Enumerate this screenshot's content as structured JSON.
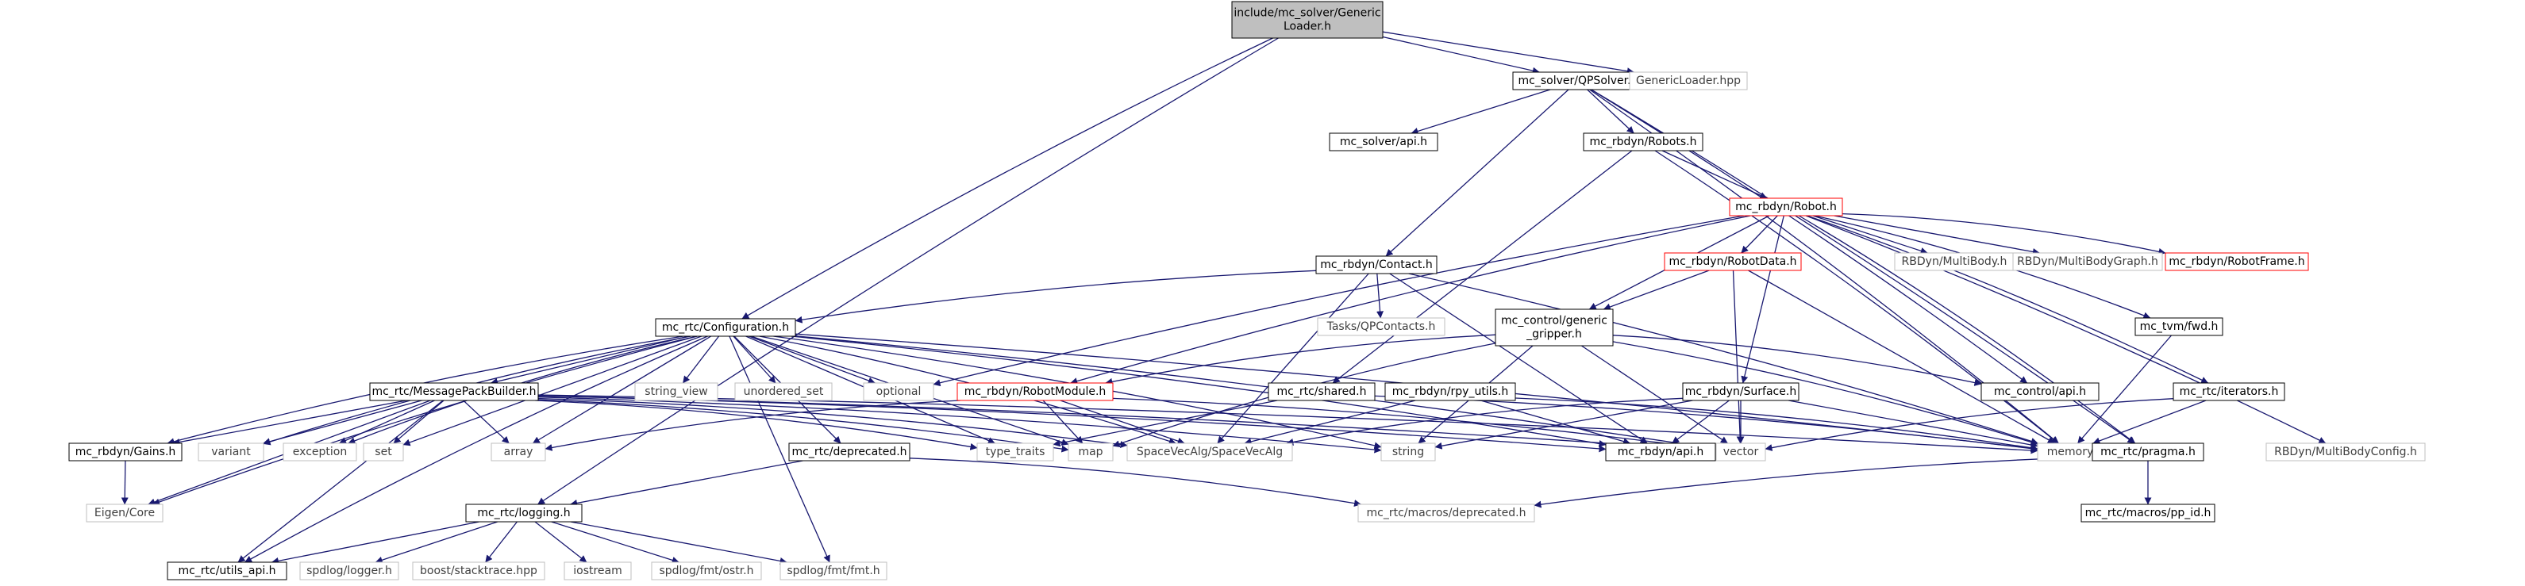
{
  "colors": {
    "edge": "#191970",
    "node_border_normal": "#000000",
    "node_border_external": "#bfbfbf",
    "node_border_truncated": "#ff0000",
    "node_fill_root": "#bfbfbf",
    "node_fill_normal": "#ffffff",
    "text_normal": "#000000",
    "text_external": "#404040"
  },
  "nodes": [
    {
      "id": "root",
      "lines": [
        "include/mc_solver/Generic",
        "Loader.h"
      ],
      "kind": "root"
    },
    {
      "id": "qpsolver",
      "lines": [
        "mc_solver/QPSolver.h"
      ],
      "kind": "normal"
    },
    {
      "id": "genericloaderhpp",
      "lines": [
        "GenericLoader.hpp"
      ],
      "kind": "external"
    },
    {
      "id": "solverapi",
      "lines": [
        "mc_solver/api.h"
      ],
      "kind": "normal"
    },
    {
      "id": "robots",
      "lines": [
        "mc_rbdyn/Robots.h"
      ],
      "kind": "normal"
    },
    {
      "id": "robot",
      "lines": [
        "mc_rbdyn/Robot.h"
      ],
      "kind": "truncated"
    },
    {
      "id": "contact",
      "lines": [
        "mc_rbdyn/Contact.h"
      ],
      "kind": "normal"
    },
    {
      "id": "robotdata",
      "lines": [
        "mc_rbdyn/RobotData.h"
      ],
      "kind": "truncated"
    },
    {
      "id": "multibody",
      "lines": [
        "RBDyn/MultiBody.h"
      ],
      "kind": "external"
    },
    {
      "id": "multibodygraph",
      "lines": [
        "RBDyn/MultiBodyGraph.h"
      ],
      "kind": "external"
    },
    {
      "id": "robotframe",
      "lines": [
        "mc_rbdyn/RobotFrame.h"
      ],
      "kind": "truncated"
    },
    {
      "id": "configuration",
      "lines": [
        "mc_rtc/Configuration.h"
      ],
      "kind": "normal"
    },
    {
      "id": "tasksqpcontacts",
      "lines": [
        "Tasks/QPContacts.h"
      ],
      "kind": "external"
    },
    {
      "id": "gripper",
      "lines": [
        "mc_control/generic",
        "_gripper.h"
      ],
      "kind": "normal"
    },
    {
      "id": "tvmfwd",
      "lines": [
        "mc_tvm/fwd.h"
      ],
      "kind": "normal"
    },
    {
      "id": "stringview",
      "lines": [
        "string_view"
      ],
      "kind": "external"
    },
    {
      "id": "unorderedset",
      "lines": [
        "unordered_set"
      ],
      "kind": "external"
    },
    {
      "id": "optional",
      "lines": [
        "optional"
      ],
      "kind": "external"
    },
    {
      "id": "robotmodule",
      "lines": [
        "mc_rbdyn/RobotModule.h"
      ],
      "kind": "truncated"
    },
    {
      "id": "rtcshared",
      "lines": [
        "mc_rtc/shared.h"
      ],
      "kind": "normal"
    },
    {
      "id": "rpyutils",
      "lines": [
        "mc_rbdyn/rpy_utils.h"
      ],
      "kind": "normal"
    },
    {
      "id": "surface",
      "lines": [
        "mc_rbdyn/Surface.h"
      ],
      "kind": "normal"
    },
    {
      "id": "controlapi",
      "lines": [
        "mc_control/api.h"
      ],
      "kind": "normal"
    },
    {
      "id": "iterators",
      "lines": [
        "mc_rtc/iterators.h"
      ],
      "kind": "normal"
    },
    {
      "id": "messagepack",
      "lines": [
        "mc_rtc/MessagePackBuilder.h"
      ],
      "kind": "normal"
    },
    {
      "id": "gains",
      "lines": [
        "mc_rbdyn/Gains.h"
      ],
      "kind": "normal"
    },
    {
      "id": "variant",
      "lines": [
        "variant"
      ],
      "kind": "external"
    },
    {
      "id": "exception",
      "lines": [
        "exception"
      ],
      "kind": "external"
    },
    {
      "id": "set",
      "lines": [
        "set"
      ],
      "kind": "external"
    },
    {
      "id": "array",
      "lines": [
        "array"
      ],
      "kind": "external"
    },
    {
      "id": "typetraits",
      "lines": [
        "type_traits"
      ],
      "kind": "external"
    },
    {
      "id": "deprecated",
      "lines": [
        "mc_rtc/deprecated.h"
      ],
      "kind": "normal"
    },
    {
      "id": "map",
      "lines": [
        "map"
      ],
      "kind": "external"
    },
    {
      "id": "spacevecalg",
      "lines": [
        "SpaceVecAlg/SpaceVecAlg"
      ],
      "kind": "external"
    },
    {
      "id": "string",
      "lines": [
        "string"
      ],
      "kind": "external"
    },
    {
      "id": "rbdynapi",
      "lines": [
        "mc_rbdyn/api.h"
      ],
      "kind": "normal"
    },
    {
      "id": "vector",
      "lines": [
        "vector"
      ],
      "kind": "external"
    },
    {
      "id": "memory",
      "lines": [
        "memory"
      ],
      "kind": "external"
    },
    {
      "id": "pragma",
      "lines": [
        "mc_rtc/pragma.h"
      ],
      "kind": "normal"
    },
    {
      "id": "multibodyconfig",
      "lines": [
        "RBDyn/MultiBodyConfig.h"
      ],
      "kind": "external"
    },
    {
      "id": "eigencore",
      "lines": [
        "Eigen/Core"
      ],
      "kind": "external"
    },
    {
      "id": "logging",
      "lines": [
        "mc_rtc/logging.h"
      ],
      "kind": "normal"
    },
    {
      "id": "macrosdeprecated",
      "lines": [
        "mc_rtc/macros/deprecated.h"
      ],
      "kind": "external"
    },
    {
      "id": "ppid",
      "lines": [
        "mc_rtc/macros/pp_id.h"
      ],
      "kind": "normal"
    },
    {
      "id": "utilsapi",
      "lines": [
        "mc_rtc/utils_api.h"
      ],
      "kind": "normal"
    },
    {
      "id": "spdloglogger",
      "lines": [
        "spdlog/logger.h"
      ],
      "kind": "external"
    },
    {
      "id": "stacktrace",
      "lines": [
        "boost/stacktrace.hpp"
      ],
      "kind": "external"
    },
    {
      "id": "iostream",
      "lines": [
        "iostream"
      ],
      "kind": "external"
    },
    {
      "id": "fmtostr",
      "lines": [
        "spdlog/fmt/ostr.h"
      ],
      "kind": "external"
    },
    {
      "id": "fmtfmt",
      "lines": [
        "spdlog/fmt/fmt.h"
      ],
      "kind": "external"
    }
  ],
  "edges": [
    [
      "root",
      "qpsolver"
    ],
    [
      "root",
      "genericloaderhpp"
    ],
    [
      "root",
      "configuration"
    ],
    [
      "root",
      "logging"
    ],
    [
      "qpsolver",
      "solverapi"
    ],
    [
      "qpsolver",
      "robots"
    ],
    [
      "qpsolver",
      "contact"
    ],
    [
      "qpsolver",
      "controlapi"
    ],
    [
      "qpsolver",
      "memory"
    ],
    [
      "qpsolver",
      "pragma"
    ],
    [
      "robots",
      "robot"
    ],
    [
      "robots",
      "rtcshared"
    ],
    [
      "robots",
      "memory"
    ],
    [
      "robot",
      "robotdata"
    ],
    [
      "robot",
      "multibody"
    ],
    [
      "robot",
      "multibodygraph"
    ],
    [
      "robot",
      "robotframe"
    ],
    [
      "robot",
      "gripper"
    ],
    [
      "robot",
      "tvmfwd"
    ],
    [
      "robot",
      "robotmodule"
    ],
    [
      "robot",
      "surface"
    ],
    [
      "robot",
      "iterators"
    ],
    [
      "robot",
      "optional"
    ],
    [
      "robot",
      "multibodyconfig"
    ],
    [
      "robot",
      "pragma"
    ],
    [
      "contact",
      "configuration"
    ],
    [
      "contact",
      "tasksqpcontacts"
    ],
    [
      "contact",
      "rbdynapi"
    ],
    [
      "contact",
      "spacevecalg"
    ],
    [
      "contact",
      "memory"
    ],
    [
      "robotdata",
      "gripper"
    ],
    [
      "robotdata",
      "vector"
    ],
    [
      "robotdata",
      "memory"
    ],
    [
      "gripper",
      "controlapi"
    ],
    [
      "gripper",
      "robotmodule"
    ],
    [
      "gripper",
      "string"
    ],
    [
      "gripper",
      "vector"
    ],
    [
      "gripper",
      "map"
    ],
    [
      "gripper",
      "memory"
    ],
    [
      "tvmfwd",
      "memory"
    ],
    [
      "configuration",
      "messagepack"
    ],
    [
      "configuration",
      "gains"
    ],
    [
      "configuration",
      "stringview"
    ],
    [
      "configuration",
      "unorderedset"
    ],
    [
      "configuration",
      "optional"
    ],
    [
      "configuration",
      "deprecated"
    ],
    [
      "configuration",
      "variant"
    ],
    [
      "configuration",
      "exception"
    ],
    [
      "configuration",
      "set"
    ],
    [
      "configuration",
      "array"
    ],
    [
      "configuration",
      "map"
    ],
    [
      "configuration",
      "string"
    ],
    [
      "configuration",
      "vector"
    ],
    [
      "configuration",
      "memory"
    ],
    [
      "configuration",
      "eigencore"
    ],
    [
      "configuration",
      "typetraits"
    ],
    [
      "configuration",
      "spacevecalg"
    ],
    [
      "configuration",
      "fmtfmt"
    ],
    [
      "configuration",
      "utilsapi"
    ],
    [
      "configuration",
      "rbdynapi"
    ],
    [
      "robotmodule",
      "array"
    ],
    [
      "robotmodule",
      "map"
    ],
    [
      "robotmodule",
      "vector"
    ],
    [
      "robotmodule",
      "spacevecalg"
    ],
    [
      "rtcshared",
      "memory"
    ],
    [
      "rtcshared",
      "typetraits"
    ],
    [
      "rpyutils",
      "spacevecalg"
    ],
    [
      "rpyutils",
      "rbdynapi"
    ],
    [
      "rpyutils",
      "memory"
    ],
    [
      "surface",
      "spacevecalg"
    ],
    [
      "surface",
      "rbdynapi"
    ],
    [
      "surface",
      "string"
    ],
    [
      "surface",
      "vector"
    ],
    [
      "surface",
      "memory"
    ],
    [
      "iterators",
      "vector"
    ],
    [
      "iterators",
      "memory"
    ],
    [
      "messagepack",
      "gains"
    ],
    [
      "messagepack",
      "variant"
    ],
    [
      "messagepack",
      "exception"
    ],
    [
      "messagepack",
      "set"
    ],
    [
      "messagepack",
      "array"
    ],
    [
      "messagepack",
      "typetraits"
    ],
    [
      "messagepack",
      "map"
    ],
    [
      "messagepack",
      "spacevecalg"
    ],
    [
      "messagepack",
      "string"
    ],
    [
      "messagepack",
      "vector"
    ],
    [
      "messagepack",
      "memory"
    ],
    [
      "messagepack",
      "eigencore"
    ],
    [
      "messagepack",
      "utilsapi"
    ],
    [
      "messagepack",
      "rbdynapi"
    ],
    [
      "gains",
      "eigencore"
    ],
    [
      "deprecated",
      "logging"
    ],
    [
      "deprecated",
      "macrosdeprecated"
    ],
    [
      "pragma",
      "macrosdeprecated"
    ],
    [
      "pragma",
      "ppid"
    ],
    [
      "logging",
      "utilsapi"
    ],
    [
      "logging",
      "spdloglogger"
    ],
    [
      "logging",
      "stacktrace"
    ],
    [
      "logging",
      "iostream"
    ],
    [
      "logging",
      "fmtostr"
    ],
    [
      "logging",
      "fmtfmt"
    ]
  ]
}
